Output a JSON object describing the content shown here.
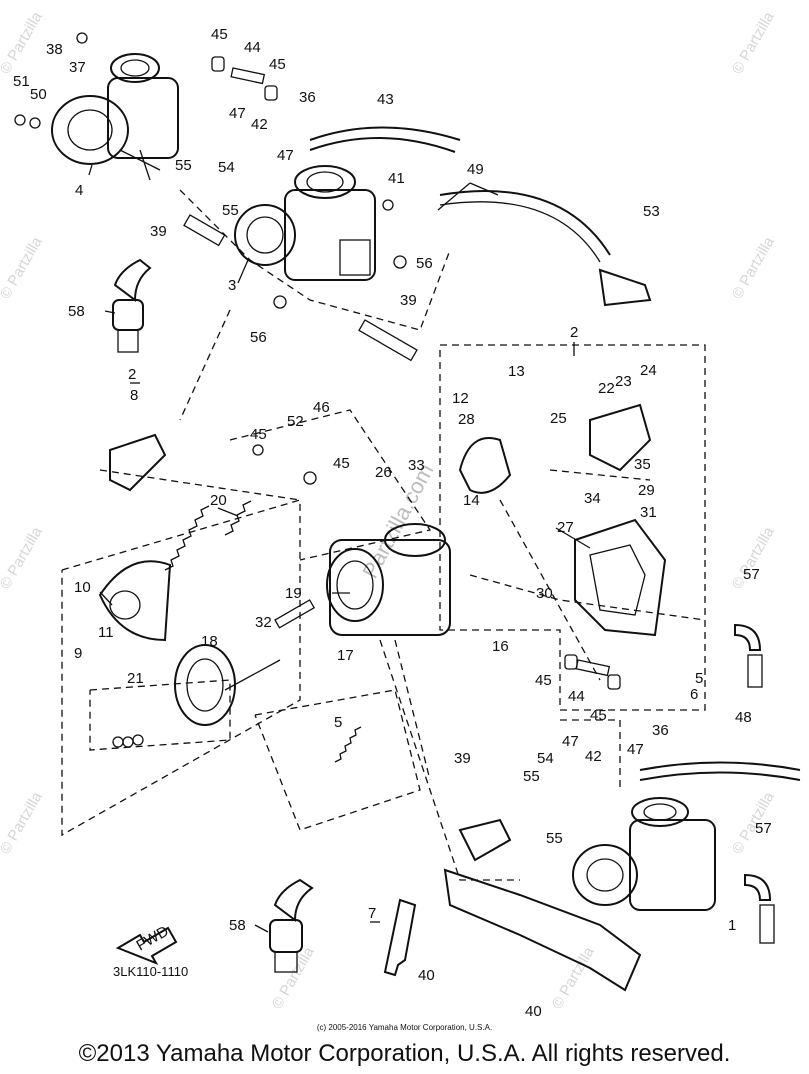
{
  "diagram": {
    "part_labels": [
      "1",
      "2",
      "3",
      "4",
      "5",
      "6",
      "7",
      "8",
      "9",
      "10",
      "11",
      "12",
      "13",
      "14",
      "16",
      "17",
      "18",
      "19",
      "20",
      "21",
      "22",
      "23",
      "24",
      "25",
      "26",
      "27",
      "28",
      "29",
      "30",
      "31",
      "32",
      "33",
      "34",
      "35",
      "36",
      "37",
      "38",
      "39",
      "40",
      "41",
      "42",
      "43",
      "44",
      "45",
      "46",
      "47",
      "48",
      "49",
      "50",
      "51",
      "52",
      "53",
      "54",
      "55",
      "56",
      "57",
      "58"
    ],
    "watermark": "© Partzilla",
    "center_watermark": "Partzilla.com",
    "fwd_arrow_label": "FWD",
    "diagram_code": "3LK110-1110"
  },
  "footer": {
    "small_copyright": "(c) 2005-2016 Yamaha Motor Corporation, U.S.A.",
    "copyright": "©2013 Yamaha Motor Corporation, U.S.A. All rights reserved."
  }
}
